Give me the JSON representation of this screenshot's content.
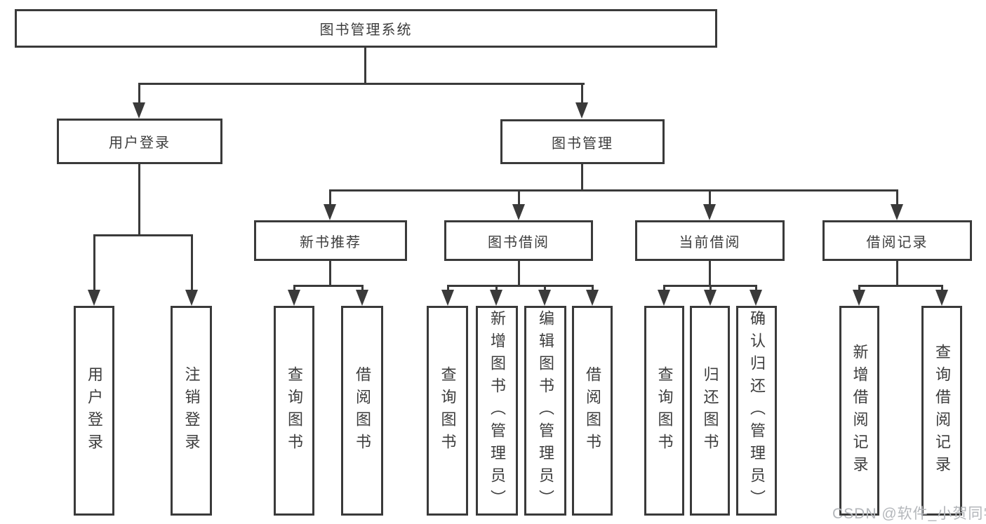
{
  "colors": {
    "line": "#3a3a3a",
    "text": "#3d3d3d",
    "background": "#ffffff",
    "watermark_color": "#b4b7bb"
  },
  "diagram": {
    "root": "图书管理系统",
    "level2": {
      "user_login": "用户登录",
      "book_mgmt": "图书管理"
    },
    "level3": {
      "new_books": "新书推荐",
      "book_borrow": "图书借阅",
      "current_borrow": "当前借阅",
      "borrow_records": "借阅记录"
    },
    "leaves": {
      "user_login": [
        "用户登录",
        "注销登录"
      ],
      "new_books": [
        "查询图书",
        "借阅图书"
      ],
      "book_borrow": [
        "查询图书",
        "新增图书（管理员）",
        "编辑图书（管理员）",
        "借阅图书"
      ],
      "current_borrow": [
        "查询图书",
        "归还图书",
        "确认归还（管理员）"
      ],
      "borrow_records": [
        "新增借阅记录",
        "查询借阅记录"
      ]
    }
  },
  "watermark": "CSDN @软件_小贺同学"
}
